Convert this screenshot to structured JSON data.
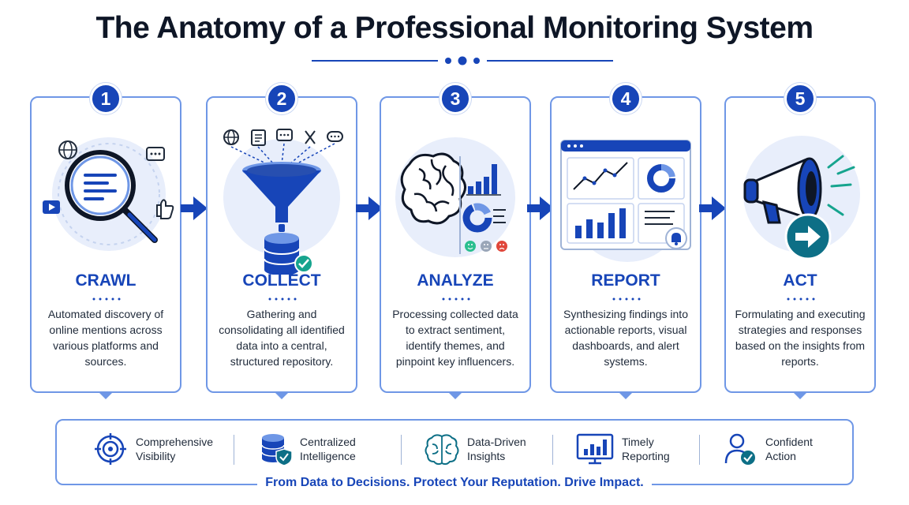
{
  "header": {
    "title": "The Anatomy of a Professional Monitoring System"
  },
  "colors": {
    "accent": "#1745b8",
    "border": "#6f97e6",
    "light": "#e8eefb",
    "teal": "#0d6f86",
    "green": "#2bbf8f"
  },
  "steps": [
    {
      "number": "1",
      "title": "CRAWL",
      "icon": "magnifier-icon",
      "description": "Automated discovery of online mentions across various platforms and sources."
    },
    {
      "number": "2",
      "title": "COLLECT",
      "icon": "funnel-database-icon",
      "description": "Gathering and consolidating all identified data into a central, structured repository."
    },
    {
      "number": "3",
      "title": "ANALYZE",
      "icon": "brain-chart-icon",
      "description": "Processing collected data to extract sentiment, identify themes, and pinpoint key influencers."
    },
    {
      "number": "4",
      "title": "REPORT",
      "icon": "dashboard-icon",
      "description": "Synthesizing findings into actionable reports, visual dashboards, and alert systems."
    },
    {
      "number": "5",
      "title": "ACT",
      "icon": "megaphone-icon",
      "description": "Formulating and executing strategies and responses based on the insights from reports."
    }
  ],
  "benefits": [
    {
      "label": "Comprehensive\nVisibility",
      "icon": "target-icon"
    },
    {
      "label": "Centralized\nIntelligence",
      "icon": "database-shield-icon"
    },
    {
      "label": "Data-Driven\nInsights",
      "icon": "brain-icon"
    },
    {
      "label": "Timely\nReporting",
      "icon": "monitor-chart-icon"
    },
    {
      "label": "Confident\nAction",
      "icon": "user-check-icon"
    }
  ],
  "tagline": "From Data to Decisions. Protect Your Reputation. Drive Impact."
}
